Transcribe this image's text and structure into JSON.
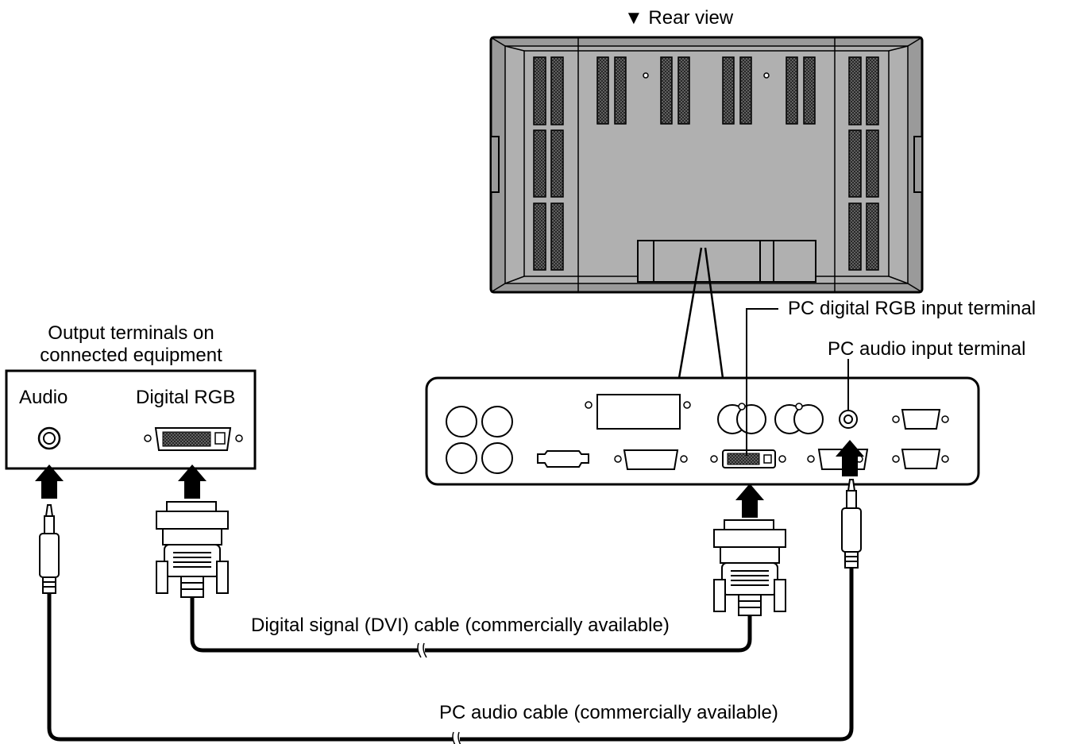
{
  "labels": {
    "rear_view": "▼ Rear view",
    "output_terminals_line1": "Output terminals on",
    "output_terminals_line2": "connected equipment",
    "audio": "Audio",
    "digital_rgb": "Digital RGB",
    "pc_digital_rgb_input": "PC digital RGB input terminal",
    "pc_audio_input": "PC audio input terminal",
    "dvi_cable": "Digital signal (DVI) cable (commercially available)",
    "audio_cable": "PC audio cable (commercially available)"
  },
  "colors": {
    "line": "#000000",
    "panel_gray": "#aaaaaa",
    "panel_dark": "#8e8e8e",
    "background": "#ffffff"
  }
}
